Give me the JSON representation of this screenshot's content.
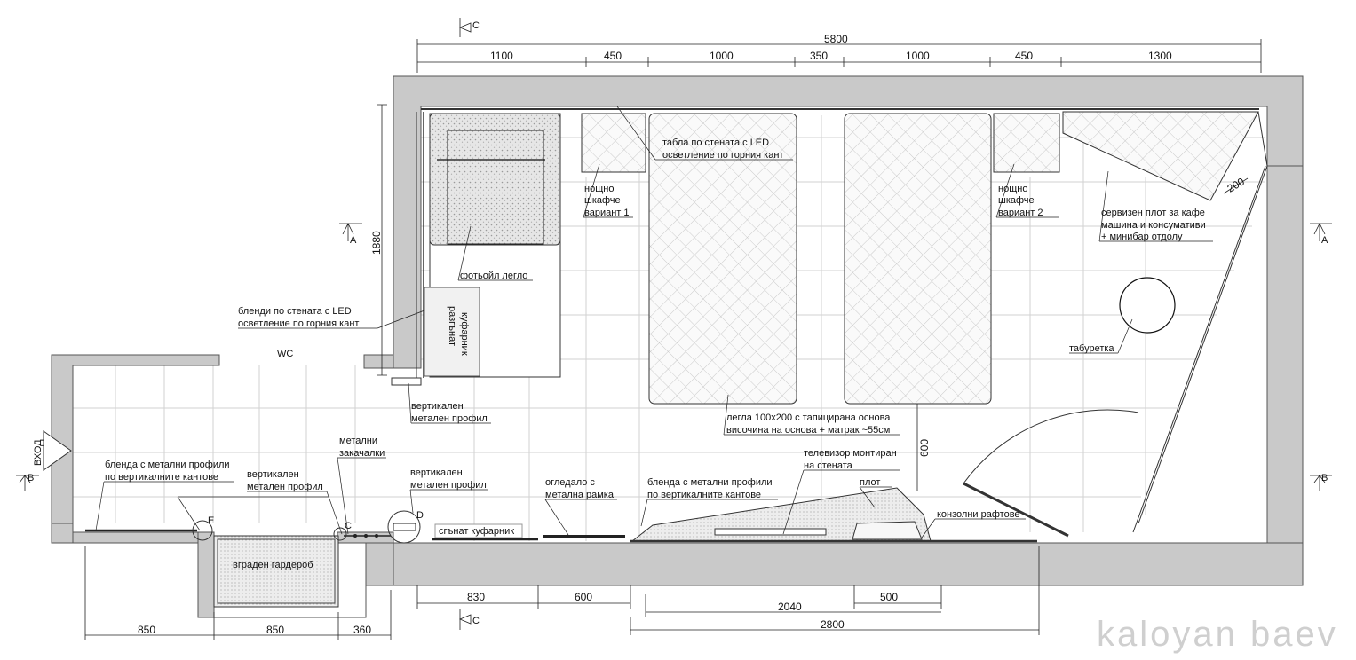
{
  "dimensions": {
    "overall": "5800",
    "top": [
      "1100",
      "450",
      "1000",
      "350",
      "1000",
      "450",
      "1300"
    ],
    "left_vertical": "1880",
    "right_small": "200",
    "right_vertical": "600",
    "bottom_left": [
      "850",
      "850",
      "360"
    ],
    "bottom_mid": [
      "830",
      "600"
    ],
    "bottom_right_upper": "500",
    "bottom_right_mid": "2040",
    "bottom_right_lower": "2800"
  },
  "section_marks": {
    "c_top": "C",
    "c_bottom": "C",
    "a_left": "A",
    "a_right": "A",
    "b_left": "B",
    "b_right": "B"
  },
  "entry_label": "ВХОД",
  "wc_label": "WC",
  "detail_marks": {
    "e": "E",
    "c": "C",
    "d": "D"
  },
  "labels": {
    "armchair_bed": "фотьойл легло",
    "open_suitcase": [
      "разгънат",
      "куфарник"
    ],
    "folded_suitcase": "сгънат куфарник",
    "nightstand_1": [
      "нощно",
      "шкафче",
      "вариант 1"
    ],
    "nightstand_2": [
      "нощно",
      "шкафче",
      "вариант 2"
    ],
    "wall_panel": [
      "табла по стената с LED",
      "осветление по горния кант"
    ],
    "wall_blinds": [
      "бленди по стената с LED",
      "осветление по горния кант"
    ],
    "service_counter": [
      "сервизен плот за кафе",
      "машина и консумативи",
      "+ минибар отдолу"
    ],
    "stool": "табуретка",
    "vertical_profile_1": [
      "вертикален",
      "метален профил"
    ],
    "beds": [
      "легла 100х200 с тапицирана основа",
      "височина  на основа + матрак ~55см"
    ],
    "blind_left": [
      "бленда с метални профили",
      "по вертикалните кантове"
    ],
    "vertical_profile_2": [
      "вертикален",
      "метален профил"
    ],
    "metal_hooks": [
      "метални",
      "закачалки"
    ],
    "vertical_profile_3": [
      "вертикален",
      "метален профил"
    ],
    "mirror": [
      "огледало с",
      "метална рамка"
    ],
    "blind_mid": [
      "бленда с метални профили",
      "по вертикалните кантове"
    ],
    "tv": [
      "телевизор монтиран",
      "на стената"
    ],
    "counter_top": "плот",
    "console_shelves": "конзолни рафтове",
    "wardrobe": "вграден гардероб"
  },
  "watermark": "kaloyan baev"
}
